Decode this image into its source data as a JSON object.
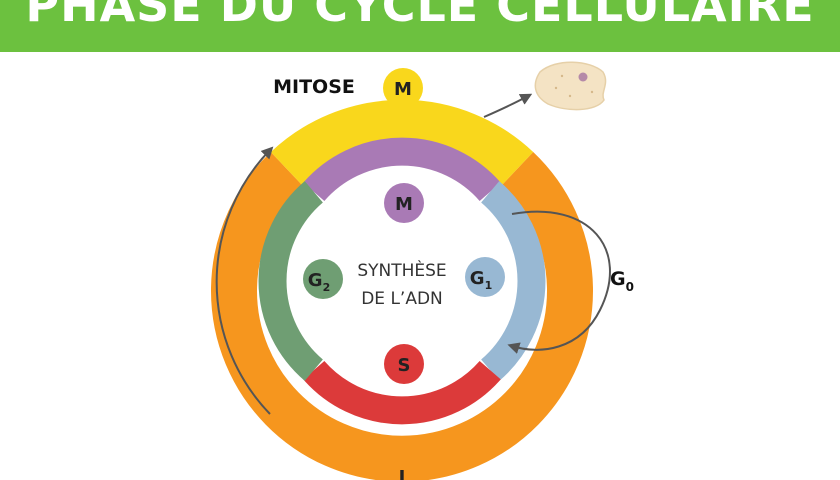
{
  "title": "PHASE DU CYCLE CELLULAIRE",
  "outer_ring": {
    "mitose": {
      "label": "MITOSE",
      "badge": "M",
      "color": "#f9d71c"
    },
    "interphase": {
      "badge": "I",
      "color": "#f6961e"
    }
  },
  "inner_ring": {
    "m": {
      "badge": "M",
      "color": "#a97ab5"
    },
    "g1": {
      "badge": "G",
      "sub": "1",
      "color": "#98b8d3"
    },
    "s": {
      "badge": "S",
      "color": "#dc3a3a"
    },
    "g2": {
      "badge": "G",
      "sub": "2",
      "color": "#6f9e73"
    }
  },
  "center_text": {
    "line1": "SYNTHÈSE",
    "line2": "DE L’ADN"
  },
  "g0": {
    "label": "G",
    "sub": "0"
  },
  "icons": {
    "cell": "cell-icon",
    "arrow": "curved-arrow-icon"
  }
}
